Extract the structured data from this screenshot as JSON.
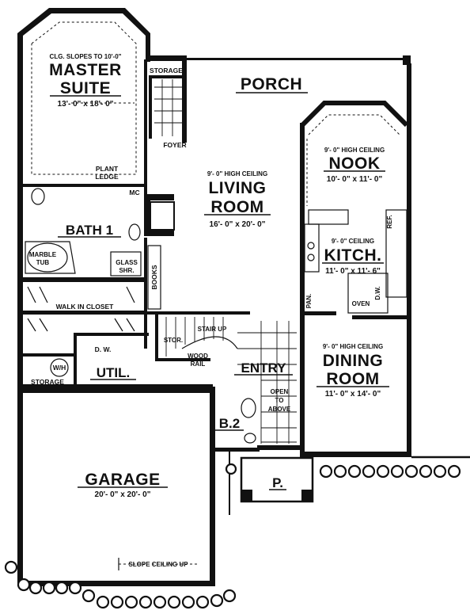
{
  "rooms": {
    "master_suite": {
      "note": "CLG. SLOPES TO 10'-0\"",
      "name_line1": "MASTER",
      "name_line2": "SUITE",
      "dims": "13'- 0\" x 18'- 0\""
    },
    "storage_top": {
      "name": "STORAGE"
    },
    "porch": {
      "name": "PORCH"
    },
    "foyer": {
      "name": "FOYER"
    },
    "nook": {
      "note": "9'- 0\" HIGH CEILING",
      "name": "NOOK",
      "dims": "10'- 0\" x 11'- 0\""
    },
    "living_room": {
      "note": "9'- 0\" HIGH CEILING",
      "name_line1": "LIVING",
      "name_line2": "ROOM",
      "dims": "16'- 0\" x 20'- 0\""
    },
    "plant_ledge": {
      "line1": "PLANT",
      "line2": "LEDGE"
    },
    "mc": {
      "name": "MC"
    },
    "bath1": {
      "name": "BATH 1"
    },
    "marble_tub": {
      "line1": "MARBLE",
      "line2": "TUB"
    },
    "glass_shr": {
      "line1": "GLASS",
      "line2": "SHR."
    },
    "books": {
      "name": "BOOKS"
    },
    "kitchen": {
      "note": "9'- 0\" CEILING",
      "name": "KITCH.",
      "dims": "11'- 0\" x 11'- 6\""
    },
    "pantry": {
      "name": "PAN."
    },
    "oven": {
      "name": "OVEN"
    },
    "dw_kitchen": {
      "name": "D.W."
    },
    "ref": {
      "name": "REF."
    },
    "walk_in_closet": {
      "name": "WALK IN CLOSET"
    },
    "stair": {
      "name": "STAIR UP"
    },
    "stor": {
      "name": "STOR."
    },
    "wood_rail": {
      "line1": "WOOD",
      "line2": "RAIL"
    },
    "dw_util": {
      "name": "D. W."
    },
    "wh": {
      "name": "W/H"
    },
    "util": {
      "name": "UTIL."
    },
    "storage_left": {
      "name": "STORAGE"
    },
    "entry": {
      "name": "ENTRY"
    },
    "open_above": {
      "line1": "OPEN",
      "line2": "TO",
      "line3": "ABOVE"
    },
    "dining_room": {
      "note": "9'- 0\" HIGH CEILING",
      "name_line1": "DINING",
      "name_line2": "ROOM",
      "dims": "11'- 0\" x 14'- 0\""
    },
    "bath2": {
      "name": "B.2"
    },
    "garage": {
      "name": "GARAGE",
      "dims": "20'- 0\" x 20'- 0\"",
      "note": "SLOPE CEILING UP"
    },
    "front_porch": {
      "name": "P."
    }
  },
  "colors": {
    "ink": "#111111",
    "paper": "#ffffff"
  }
}
